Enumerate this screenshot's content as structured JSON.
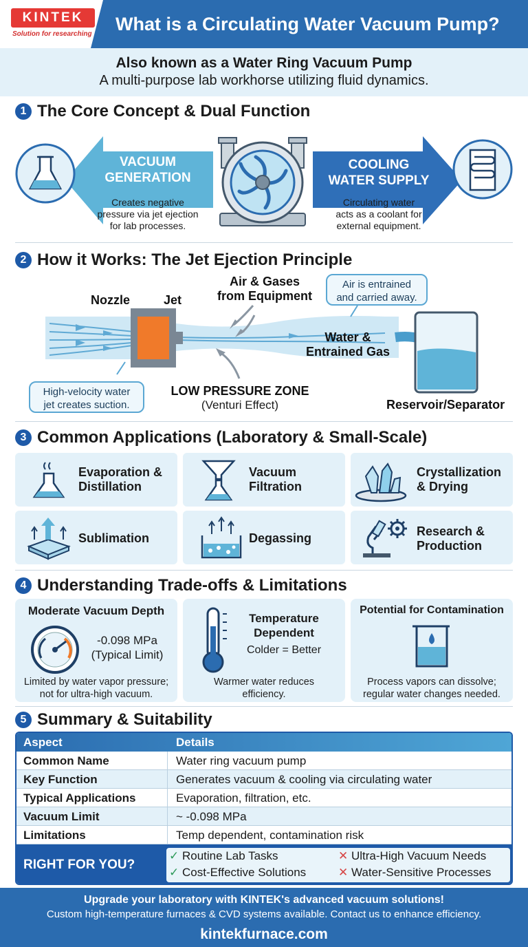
{
  "header": {
    "brand": "KINTEK",
    "tagline": "Solution for researching",
    "title": "What is a Circulating Water Vacuum Pump?"
  },
  "subtitle": {
    "line1": "Also known as a Water Ring Vacuum Pump",
    "line2": "A multi-purpose lab workhorse utilizing fluid dynamics."
  },
  "section1": {
    "num": "1",
    "title": "The Core Concept & Dual Function",
    "left": {
      "label_line1": "VACUUM",
      "label_line2": "GENERATION",
      "desc1": "Creates negative",
      "desc2": "pressure via jet ejection",
      "desc3": "for lab processes."
    },
    "right": {
      "label_line1": "COOLING",
      "label_line2": "WATER SUPPLY",
      "desc1": "Circulating water",
      "desc2": "acts as a coolant for",
      "desc3": "external equipment."
    }
  },
  "section2": {
    "num": "2",
    "title": "How it Works: The Jet Ejection Principle",
    "nozzle": "Nozzle",
    "jet": "Jet",
    "air1": "Air & Gases",
    "air2": "from Equipment",
    "callout_top1": "Air is entrained",
    "callout_top2": "and carried away.",
    "water1": "Water &",
    "water2": "Entrained Gas",
    "callout_bottom1": "High-velocity water",
    "callout_bottom2": "jet creates suction.",
    "lpz": "LOW PRESSURE ZONE",
    "venturi": "(Venturi Effect)",
    "reservoir": "Reservoir/Separator"
  },
  "section3": {
    "num": "3",
    "title": "Common Applications (Laboratory & Small-Scale)",
    "apps": [
      {
        "l1": "Evaporation &",
        "l2": "Distillation"
      },
      {
        "l1": "Vacuum",
        "l2": "Filtration"
      },
      {
        "l1": "Crystallization",
        "l2": "& Drying"
      },
      {
        "l1": "Sublimation",
        "l2": ""
      },
      {
        "l1": "Degassing",
        "l2": ""
      },
      {
        "l1": "Research &",
        "l2": "Production"
      }
    ]
  },
  "section4": {
    "num": "4",
    "title": "Understanding Trade-offs & Limitations",
    "c1": {
      "title": "Moderate Vacuum Depth",
      "value": "-0.098 MPa",
      "value2": "(Typical Limit)",
      "d1": "Limited by water vapor pressure;",
      "d2": "not for ultra-high vacuum."
    },
    "c2": {
      "t1": "Temperature",
      "t2": "Dependent",
      "note": "Colder = Better",
      "d1": "Warmer water reduces",
      "d2": "efficiency."
    },
    "c3": {
      "title": "Potential for Contamination",
      "d1": "Process vapors can dissolve;",
      "d2": "regular water changes needed."
    }
  },
  "section5": {
    "num": "5",
    "title": "Summary & Suitability",
    "head": [
      "Aspect",
      "Details"
    ],
    "rows": [
      {
        "a": "Common Name",
        "d": "Water ring vacuum pump"
      },
      {
        "a": "Key Function",
        "d": "Generates vacuum & cooling via circulating water"
      },
      {
        "a": "Typical Applications",
        "d": "Evaporation, filtration, etc."
      },
      {
        "a": "Vacuum Limit",
        "d": "~ -0.098 MPa"
      },
      {
        "a": "Limitations",
        "d": "Temp dependent, contamination risk"
      }
    ],
    "right_label": "RIGHT FOR YOU?",
    "pros": [
      "Routine Lab Tasks",
      "Cost-Effective Solutions"
    ],
    "cons": [
      "Ultra-High Vacuum Needs",
      "Water-Sensitive Processes"
    ]
  },
  "footer": {
    "line1": "Upgrade your laboratory with KINTEK's advanced vacuum solutions!",
    "line2": "Custom high-temperature furnaces & CVD systems available. Contact us to enhance efficiency.",
    "url": "kintekfurnace.com"
  },
  "colors": {
    "primary": "#2b6cb0",
    "dark": "#1e5aa8",
    "accent": "#e53935",
    "light": "#e3f1f9",
    "arrow": "#5fb4d8"
  }
}
